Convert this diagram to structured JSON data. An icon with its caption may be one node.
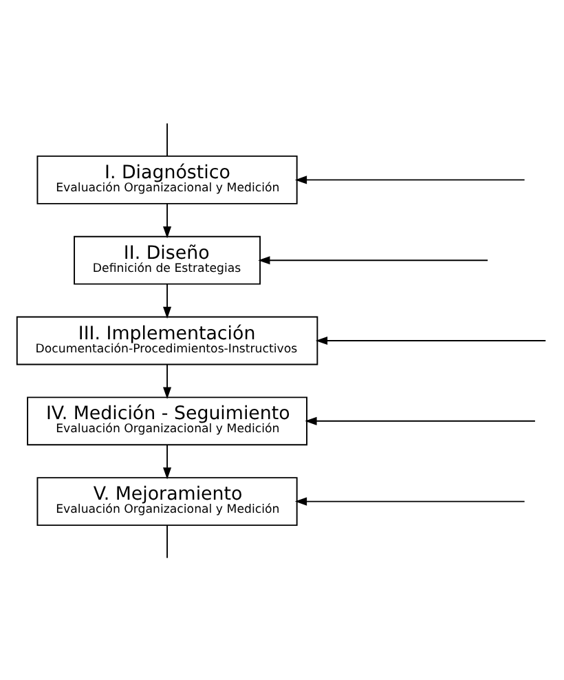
{
  "diagram": {
    "nodes": [
      {
        "text": [
          "I. Diagnóstico",
          "Evaluación Organizacional y Medición"
        ]
      },
      {
        "text": [
          "II. Diseño",
          "Definición de Estrategias"
        ]
      },
      {
        "text": [
          "III. Implementación",
          "Documentación-Procedimientos-Instructivos"
        ]
      },
      {
        "text": [
          "IV. Medición - Seguimiento",
          "Evaluación Organizacional y Medición"
        ]
      },
      {
        "text": [
          "V. Mejoramiento",
          "Evaluación Organizacional y Medición"
        ]
      }
    ],
    "edges": [
      {
        "from": 0,
        "to": 1,
        "arrow": "to"
      },
      {
        "from": 1,
        "to": 2,
        "arrow": "to"
      },
      {
        "from": 2,
        "to": 3,
        "arrow": "to"
      },
      {
        "from": 3,
        "to": 4,
        "arrow": "to"
      },
      {
        "from": null,
        "to": 0,
        "arrow": "to"
      },
      {
        "from": null,
        "to": 1,
        "arrow": "to"
      },
      {
        "from": null,
        "to": 2,
        "arrow": "to"
      },
      {
        "from": null,
        "to": 3,
        "arrow": "to"
      },
      {
        "from": null,
        "to": 4,
        "arrow": "to"
      },
      {
        "from": 0,
        "to": null,
        "arrow": "none"
      },
      {
        "from": 4,
        "to": null,
        "arrow": "none"
      }
    ]
  }
}
